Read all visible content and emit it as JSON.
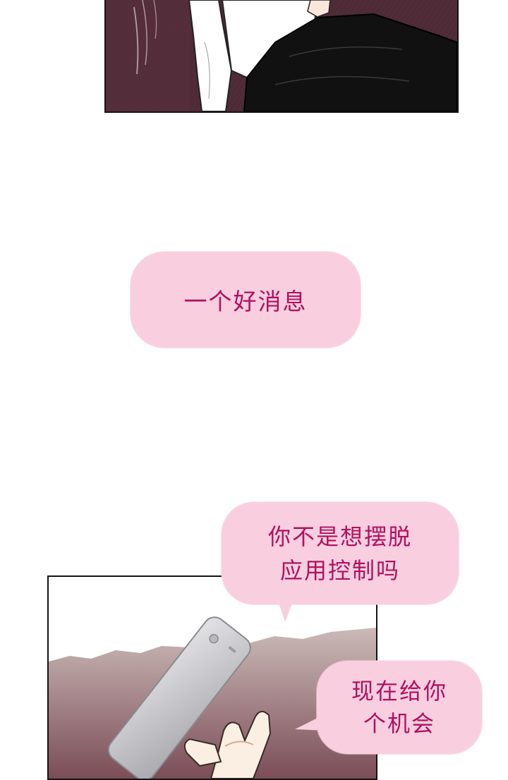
{
  "bubbles": {
    "first": {
      "lines": [
        "一个好消息"
      ]
    },
    "second": {
      "lines": [
        "你不是想摆脱",
        "应用控制吗"
      ]
    },
    "third": {
      "lines": [
        "现在给你",
        "个机会"
      ]
    }
  },
  "colors": {
    "bubble_fill": "#f9cfe0",
    "bubble_text": "#b0115f",
    "panel_border": "#141414",
    "top_panel_background": "#4f2c37",
    "bottom_panel_gradient_top": "#cbbab8",
    "bottom_panel_gradient_bottom": "#7b4d57"
  },
  "illustrations": {
    "top_panel": "man-in-white-shirt-on-dark-couch",
    "bottom_panel": "hand-holding-phone"
  }
}
